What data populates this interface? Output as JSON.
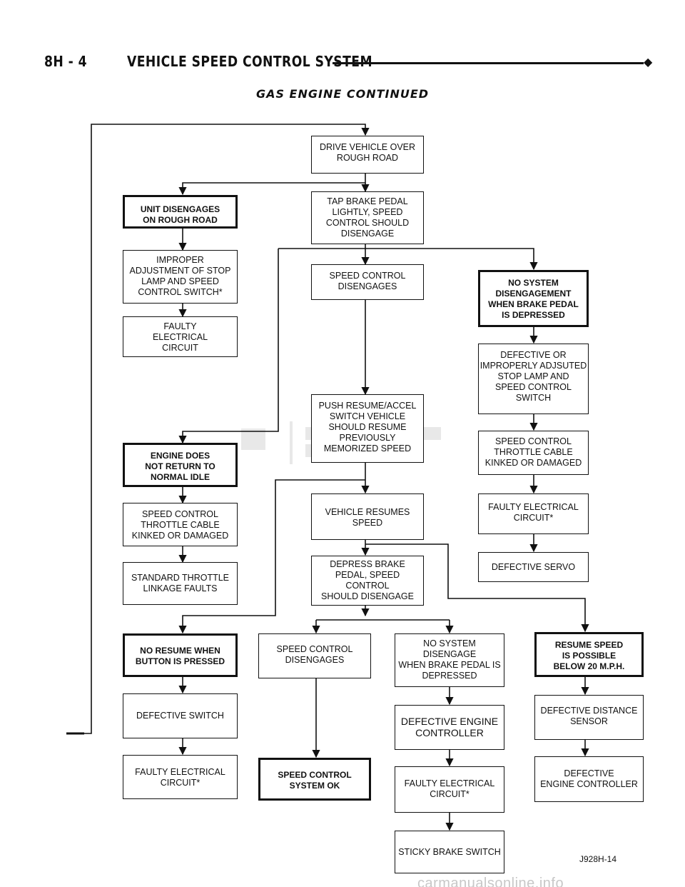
{
  "header": {
    "section": "8H - 4",
    "title": "VEHICLE SPEED CONTROL SYSTEM",
    "bullet": "◆"
  },
  "subtitle": "GAS ENGINE CONTINUED",
  "boxes": {
    "drive_rough_road": "DRIVE VEHICLE OVER\nROUGH ROAD",
    "tap_brake": "TAP BRAKE PEDAL\nLIGHTLY, SPEED\nCONTROL SHOULD\nDISENGAGE",
    "unit_disengages": "UNIT DISENGAGES\nON ROUGH ROAD",
    "improper_adjustment": "IMPROPER\nADJUSTMENT OF STOP\nLAMP AND SPEED\nCONTROL SWITCH*",
    "faulty_circuit_left": "FAULTY\nELECTRICAL\nCIRCUIT",
    "speed_control_disengages_1": "SPEED CONTROL\nDISENGAGES",
    "no_system_disengagement": "NO SYSTEM\nDISENGAGEMENT\nWHEN BRAKE PEDAL\nIS DEPRESSED",
    "defective_improperly_adjusted": "DEFECTIVE OR\nIMPROPERLY ADJSUTED\nSTOP LAMP AND\nSPEED CONTROL\nSWITCH",
    "throttle_cable_right": "SPEED CONTROL\nTHROTTLE CABLE\nKINKED OR DAMAGED",
    "faulty_circuit_right": "FAULTY ELECTRICAL\nCIRCUIT*",
    "defective_servo": "DEFECTIVE SERVO",
    "push_resume": "PUSH RESUME/ACCEL\nSWITCH VEHICLE\nSHOULD RESUME\nPREVIOUSLY\nMEMORIZED SPEED",
    "engine_not_idle": "ENGINE DOES\nNOT RETURN TO\nNORMAL IDLE",
    "throttle_cable_left": "SPEED CONTROL\nTHROTTLE CABLE\nKINKED OR DAMAGED",
    "standard_throttle": "STANDARD THROTTLE\nLINKAGE FAULTS",
    "vehicle_resumes": "VEHICLE RESUMES\nSPEED",
    "depress_brake": "DEPRESS BRAKE\nPEDAL, SPEED\nCONTROL\nSHOULD DISENGAGE",
    "no_resume_button": "NO RESUME WHEN\nBUTTON IS PRESSED",
    "defective_switch": "DEFECTIVE SWITCH",
    "faulty_circuit_bottom_left": "FAULTY ELECTRICAL\nCIRCUIT*",
    "speed_control_disengages_2": "SPEED CONTROL\nDISENGAGES",
    "system_ok": "SPEED CONTROL\nSYSTEM OK",
    "no_system_disengage": "NO SYSTEM\nDISENGAGE\nWHEN BRAKE PEDAL IS\nDEPRESSED",
    "defective_engine_controller": "DEFECTIVE ENGINE\nCONTROLLER",
    "faulty_circuit_bottom_mid": "FAULTY ELECTRICAL\nCIRCUIT*",
    "sticky_brake": "STICKY BRAKE SWITCH",
    "resume_possible": "RESUME SPEED\nIS POSSIBLE\nBELOW 20 M.P.H.",
    "defective_distance_sensor": "DEFECTIVE DISTANCE\nSENSOR",
    "defective_engine_controller_2": "DEFECTIVE\nENGINE CONTROLLER"
  },
  "figure_code": "J928H-14",
  "footer": "carmanualsonline.info"
}
